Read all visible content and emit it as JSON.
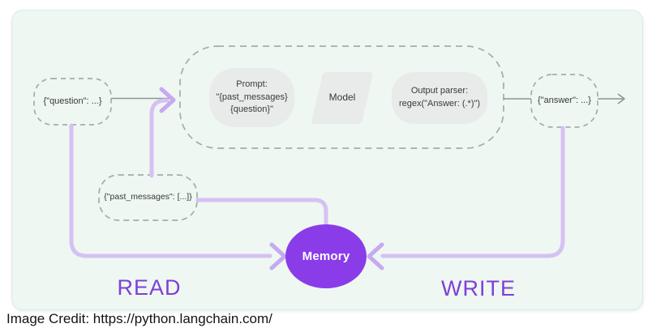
{
  "diagram": {
    "nodes": {
      "question": {
        "label": "{\"question\": ...}"
      },
      "chain_steps": {
        "prompt": {
          "label": "Prompt:\n\"{past_messages}\n{question}\""
        },
        "model": {
          "label": "Model"
        },
        "output_parser": {
          "label": "Output parser:\nregex(\"Answer: (.*)\")"
        }
      },
      "answer": {
        "label": "{\"answer\": ...}"
      },
      "past_messages": {
        "label": "{\"past_messages\": [...]}"
      },
      "memory": {
        "label": "Memory"
      }
    },
    "annotations": {
      "read": "READ",
      "write": "WRITE"
    },
    "colors": {
      "card_background": "#eef7f2",
      "card_border": "#dcebe2",
      "memory_fill": "#8a3ce9",
      "flow_label_purple": "#7e3fd8",
      "arrow_purple": "#d5c1f3",
      "arrowhead_purple": "#c6a9ef",
      "gray_line": "#8e9593",
      "dashed_outline": "#a4ada8",
      "step_box_fill": "#e9ebea"
    }
  },
  "caption": "Image Credit: https://python.langchain.com/"
}
